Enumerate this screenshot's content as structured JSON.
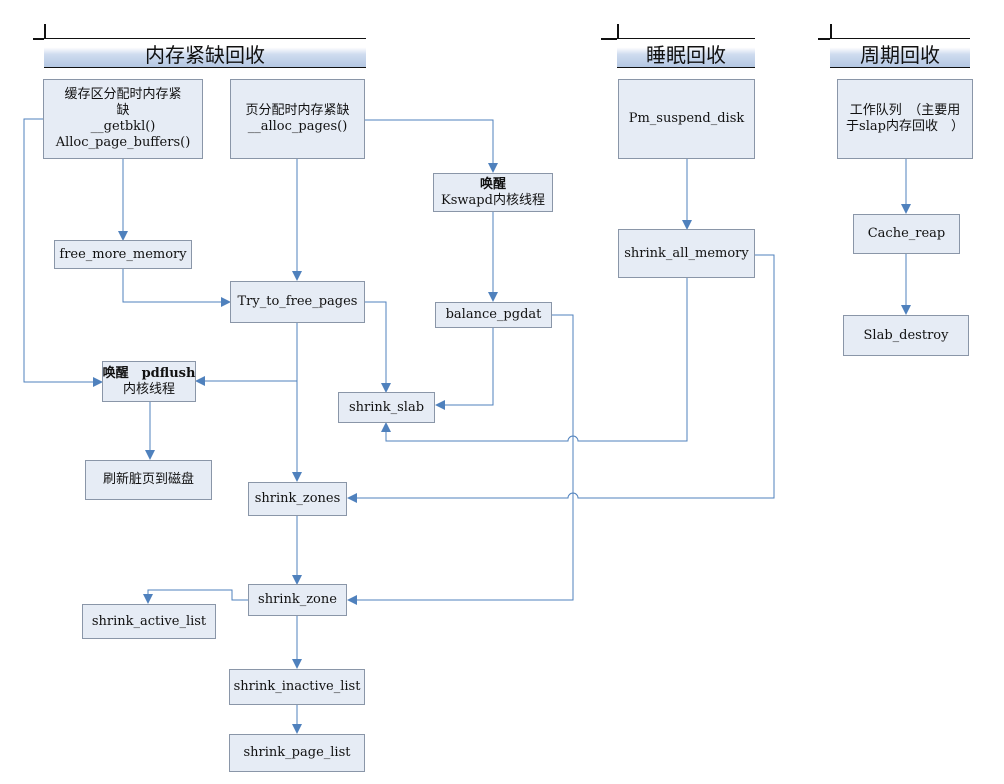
{
  "headers": {
    "mem_shortage": "内存紧缺回收",
    "sleep": "睡眠回收",
    "periodic": "周期回收"
  },
  "nodes": {
    "cache_alloc": [
      "缓存区分配时内存紧",
      "缺",
      "__getbkl()",
      "Alloc_page_buffers()"
    ],
    "page_alloc": [
      "页分配时内存紧缺",
      "__alloc_pages()"
    ],
    "wake_kswapd": [
      "唤醒",
      "Kswapd内核线程"
    ],
    "pm_suspend": [
      "Pm_suspend_disk"
    ],
    "work_queue": [
      "工作队列　（主要用",
      "于slap内存回收　）"
    ],
    "free_more_memory": [
      "free_more_memory"
    ],
    "try_to_free_pages": [
      "Try_to_free_pages"
    ],
    "balance_pgdat": [
      "balance_pgdat"
    ],
    "shrink_all_memory": [
      "shrink_all_memory"
    ],
    "cache_reap": [
      "Cache_reap"
    ],
    "slab_destroy": [
      "Slab_destroy"
    ],
    "wake_pdflush": [
      "唤醒　pdflush",
      "内核线程"
    ],
    "shrink_slab": [
      "shrink_slab"
    ],
    "flush_dirty": [
      "刷新脏页到磁盘"
    ],
    "shrink_zones": [
      "shrink_zones"
    ],
    "shrink_zone": [
      "shrink_zone"
    ],
    "shrink_active_list": [
      "shrink_active_list"
    ],
    "shrink_inactive_list": [
      "shrink_inactive_list"
    ],
    "shrink_page_list": [
      "shrink_page_list"
    ]
  },
  "colors": {
    "node_fill": "#e6ecf5",
    "node_border": "#8a96a8",
    "line": "#4f81bd"
  }
}
